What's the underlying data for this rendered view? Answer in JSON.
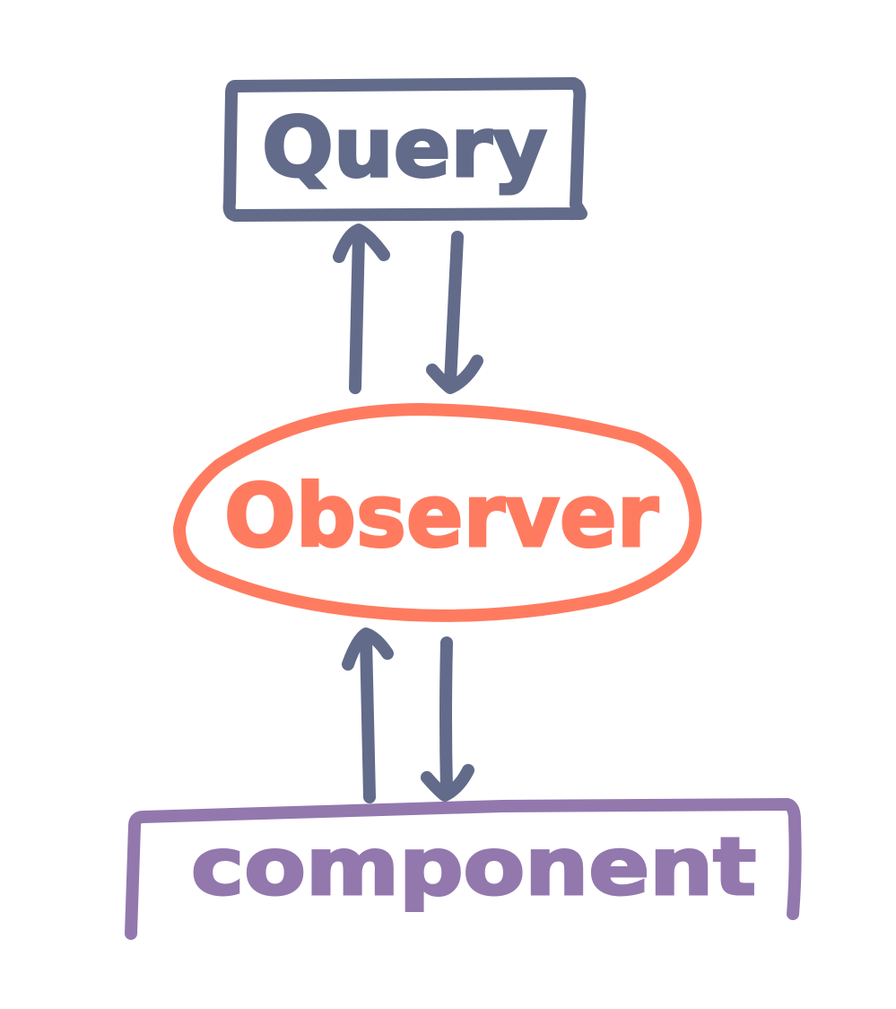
{
  "diagram": {
    "nodes": {
      "query": {
        "label": "Query"
      },
      "observer": {
        "label": "Observer"
      },
      "component": {
        "label": "component"
      }
    },
    "edges": [
      {
        "from": "observer",
        "to": "query"
      },
      {
        "from": "query",
        "to": "observer"
      },
      {
        "from": "component",
        "to": "observer"
      },
      {
        "from": "observer",
        "to": "component"
      }
    ]
  },
  "colors": {
    "query": "#626b89",
    "arrows": "#626b89",
    "observer": "#ff7b60",
    "component": "#9378ae",
    "background": "#ffffff"
  }
}
